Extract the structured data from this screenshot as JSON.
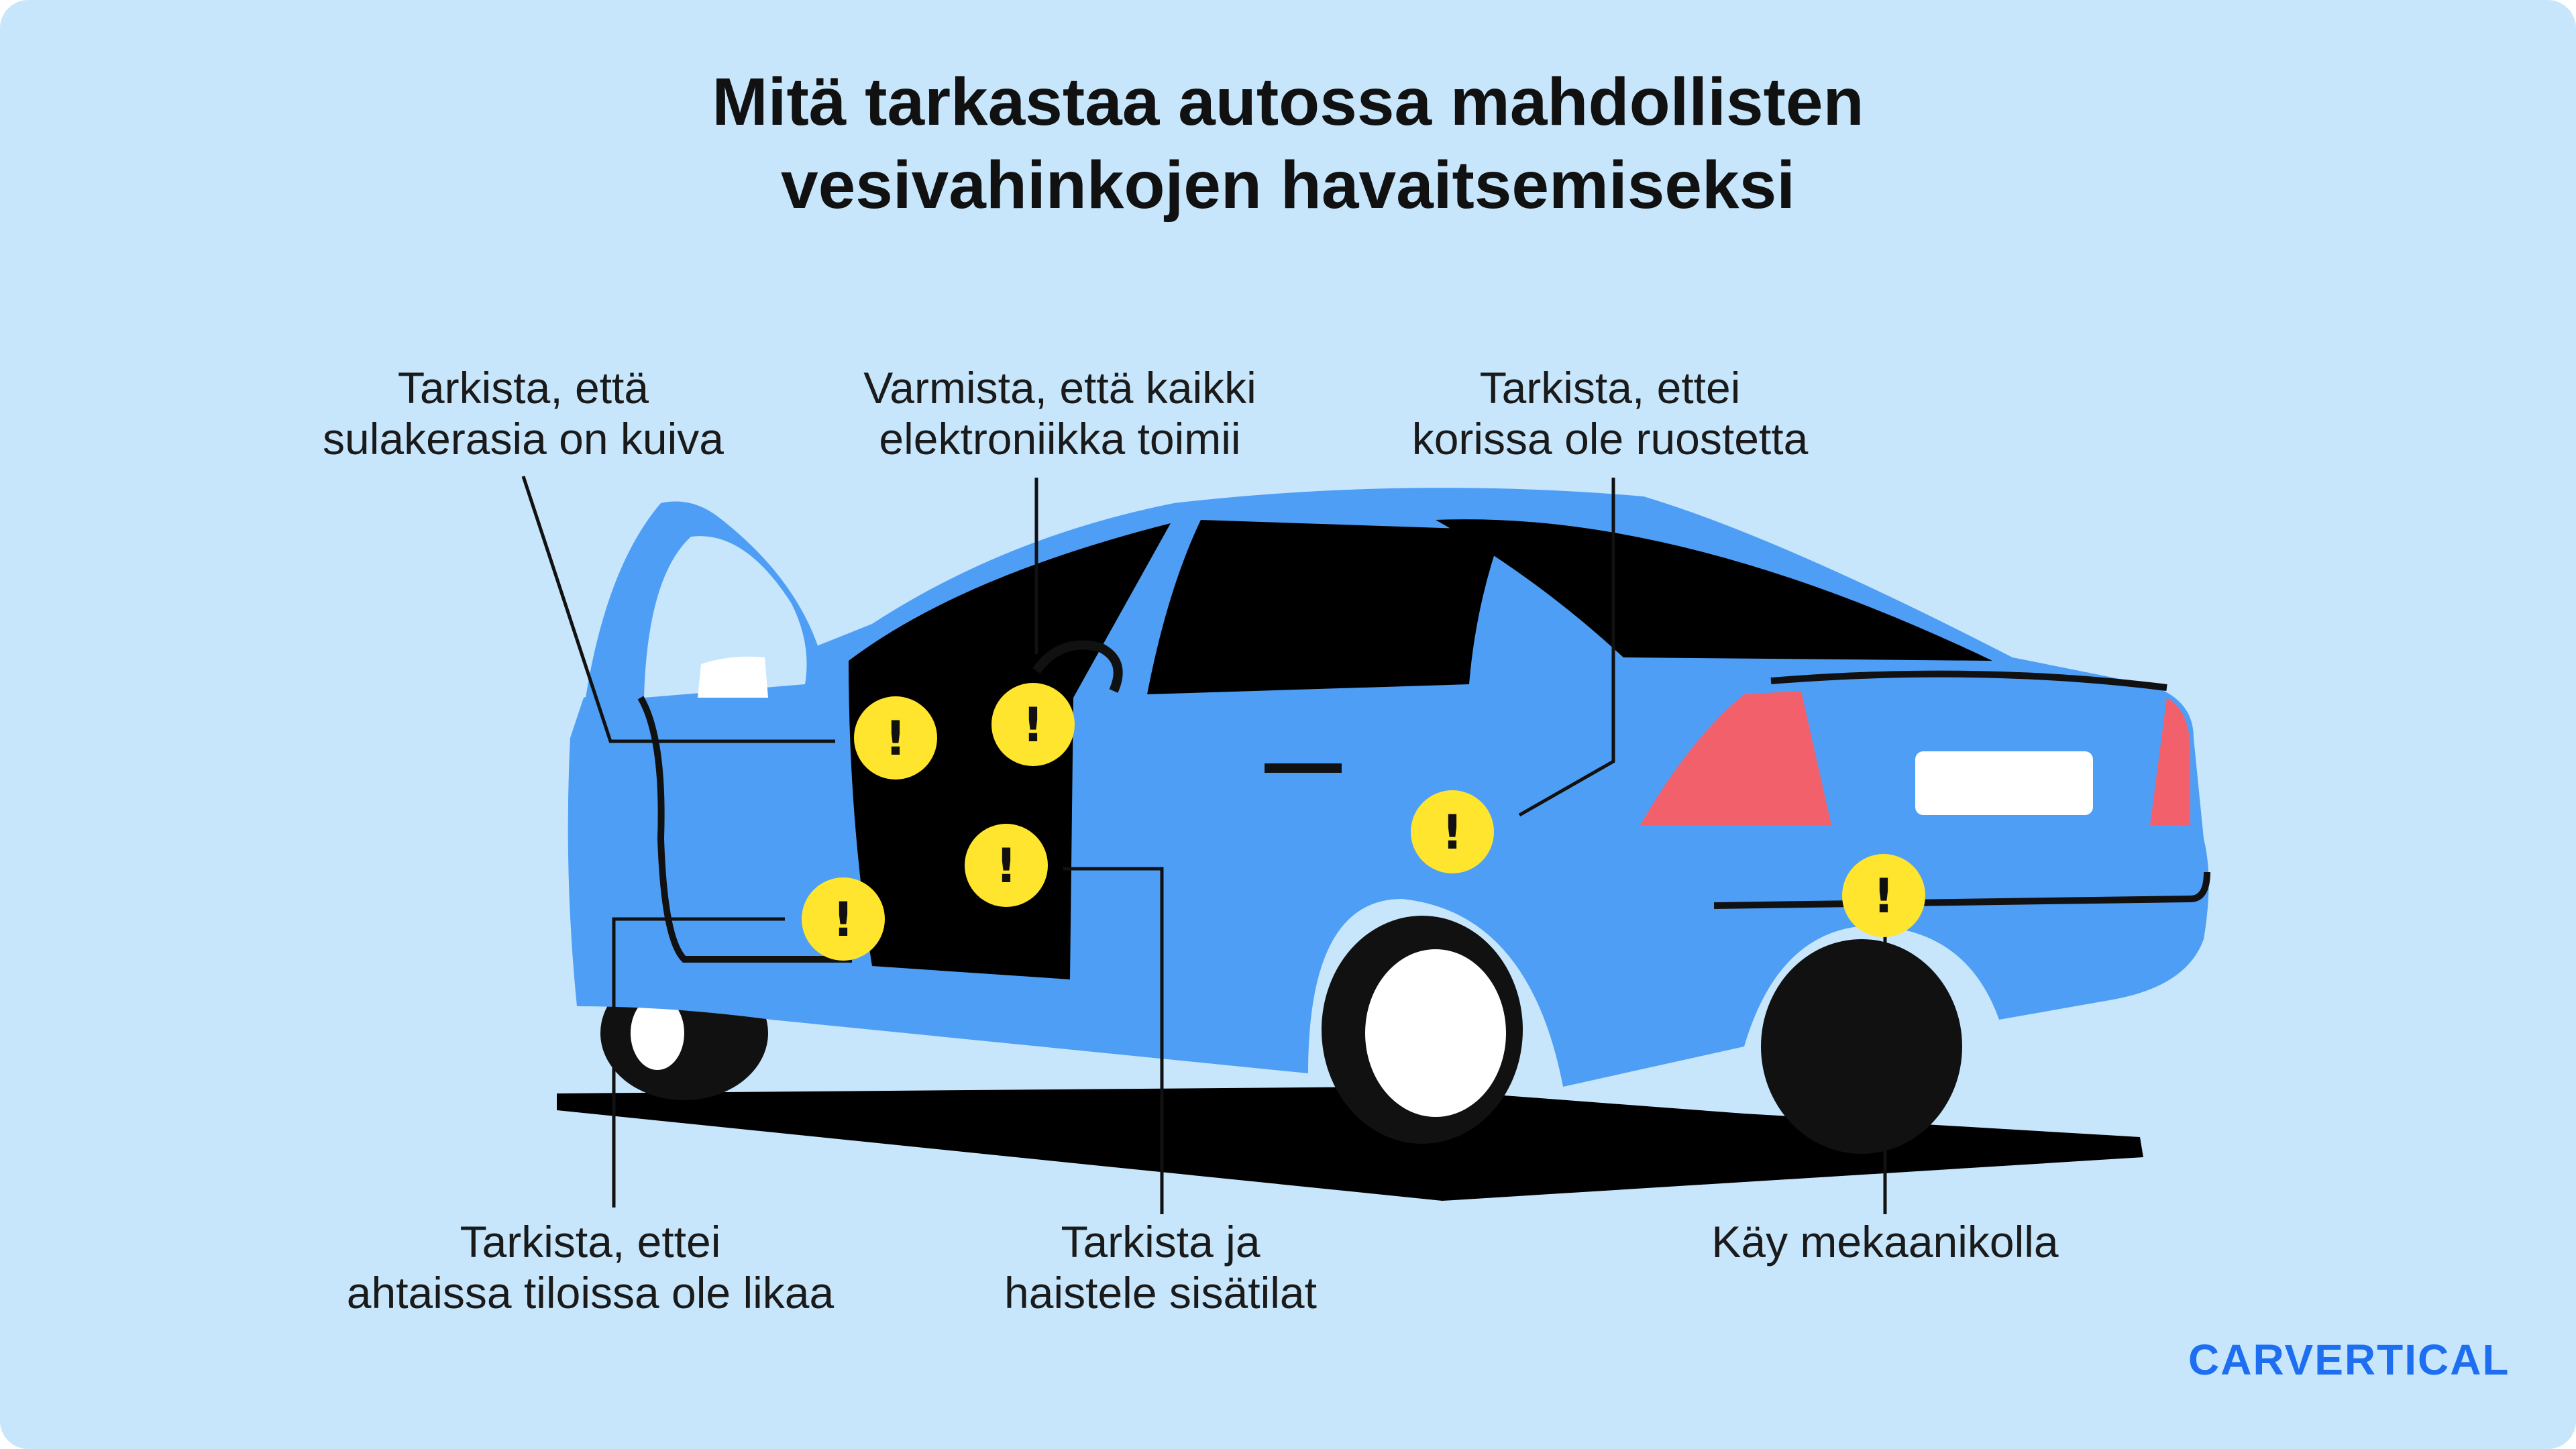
{
  "title": {
    "line1": "Mitä tarkastaa autossa mahdollisten",
    "line2": "vesivahinkojen havaitsemiseksi"
  },
  "callouts": [
    {
      "line1": "Tarkista, että",
      "line2": "sulakerasia on kuiva"
    },
    {
      "line1": "Varmista, että kaikki",
      "line2": "elektroniikka toimii"
    },
    {
      "line1": "Tarkista, ettei",
      "line2": "korissa ole ruostetta"
    },
    {
      "line1": "Tarkista, ettei",
      "line2": "ahtaissa tiloissa ole likaa"
    },
    {
      "line1": "Tarkista ja",
      "line2": "haistele sisätilat"
    },
    {
      "line1": "Käy mekaanikolla"
    }
  ],
  "warning_mark": "!",
  "logo": "CARVERTICAL",
  "colors": {
    "background": "#c7e6fc",
    "car_body": "#4f9ef5",
    "warning_marker": "#ffe52e",
    "taillight": "#f2616b",
    "logo": "#1d6ef0"
  },
  "icons": [
    "warning-marker-icon",
    "car-illustration"
  ]
}
